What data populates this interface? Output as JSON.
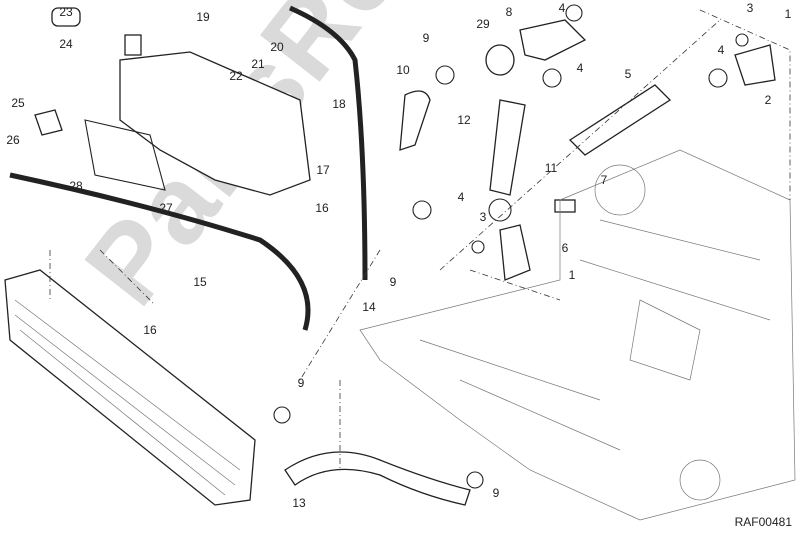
{
  "diagram": {
    "callouts": [
      "23",
      "19",
      "20",
      "24",
      "22",
      "21",
      "18",
      "25",
      "26",
      "28",
      "27",
      "17",
      "16",
      "15",
      "16",
      "14",
      "9",
      "10",
      "12",
      "11",
      "29",
      "8",
      "4",
      "4",
      "4",
      "3",
      "9",
      "9",
      "9",
      "13",
      "7",
      "6",
      "1",
      "5",
      "2",
      "4",
      "3",
      "1"
    ],
    "drawing_code": "RAF00481",
    "watermark": "PartsRepublik",
    "colors": {
      "line": "#222222",
      "watermark": "#bdbdbd",
      "background": "#ffffff"
    }
  }
}
